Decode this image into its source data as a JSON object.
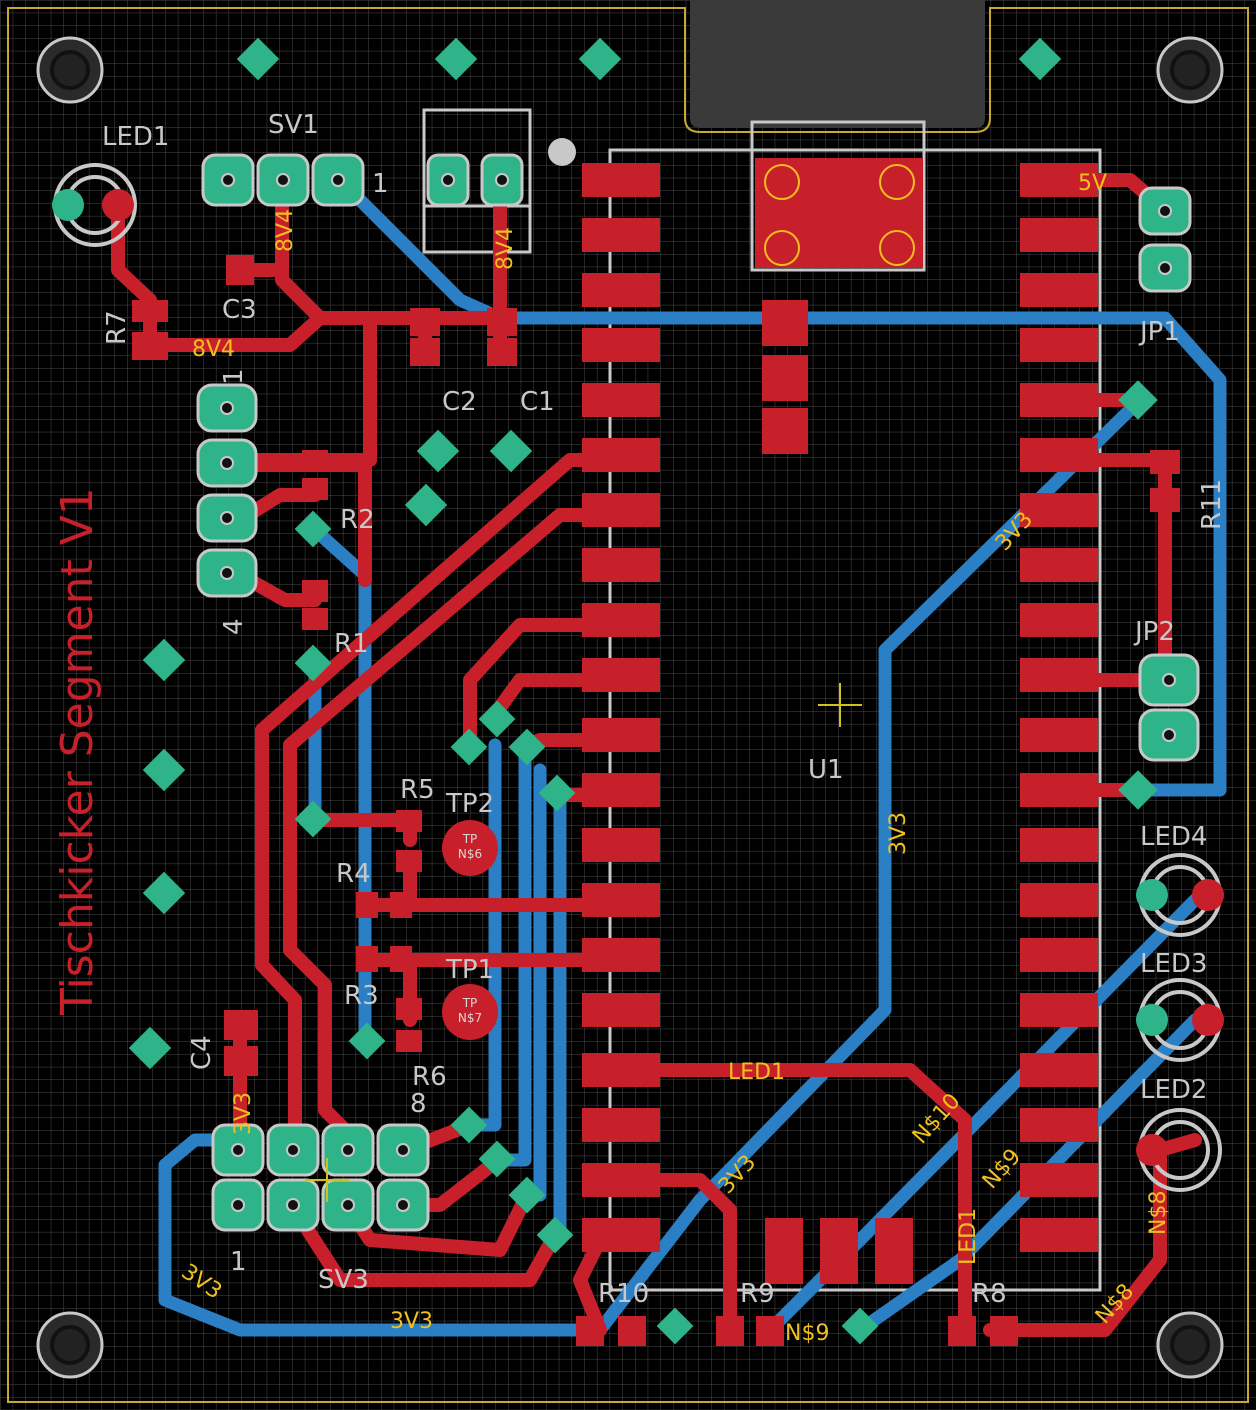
{
  "board": {
    "title_text": "Tischkicker Segment V1"
  },
  "colors": {
    "background": "#000000",
    "grid": "#4a4a4a",
    "outline": "#c8a830",
    "top_copper": "#c8202a",
    "bottom_copper": "#2b7fc4",
    "silkscreen": "#c8c8c8",
    "via": "#2fb48a",
    "net_label": "#f0c020",
    "pad_hole": "#1a8c6a"
  },
  "labels": {
    "led1": "LED1",
    "sv1": "SV1",
    "sv1_pin": "1",
    "c3": "C3",
    "r7": "R7",
    "sv2_pin1": "1",
    "sv2_pin4": "4",
    "c2": "C2",
    "c1": "C1",
    "r2": "R2",
    "r1": "R1",
    "r5": "R5",
    "tp2": "TP2",
    "r4": "R4",
    "tp1": "TP1",
    "r3": "R3",
    "r6": "R6",
    "c4": "C4",
    "sv3_pin8": "8",
    "sv3_pin1": "1",
    "sv3": "SV3",
    "r10": "R10",
    "r9": "R9",
    "r8": "R8",
    "jp1": "JP1",
    "r11": "R11",
    "jp2": "JP2",
    "u1": "U1",
    "led4": "LED4",
    "led3": "LED3",
    "led2": "LED2",
    "tp_pad": "TP",
    "tp2_net": "N$6",
    "tp1_net": "N$7"
  },
  "nets": {
    "v84_a": "8V4",
    "v84_b": "8V4",
    "v84_c": "8V4",
    "v5": "5V",
    "v33_a": "3V3",
    "v33_b": "3V3",
    "v33_c": "3V3",
    "v33_d": "3V3",
    "v33_e": "3V3",
    "v33_f": "3V3",
    "led1_net": "LED1",
    "n10": "N$10",
    "led1_vert": "LED1",
    "n9_a": "N$9",
    "n9_b": "N$9",
    "n8_a": "N$8",
    "n8_b": "N$8"
  }
}
